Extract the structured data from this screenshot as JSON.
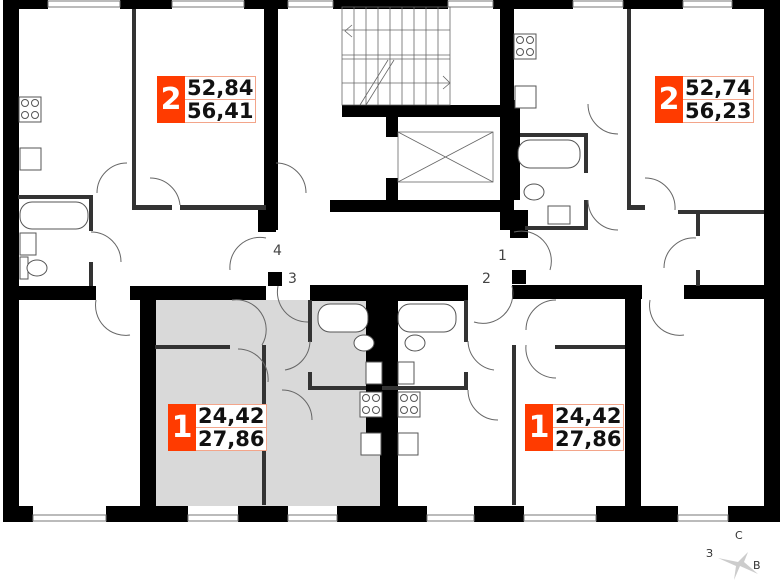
{
  "plan": {
    "colors": {
      "wall": "#000000",
      "partition": "#333333",
      "highlight_fill": "#d9d9d9",
      "badge_red": "#ff3b00",
      "badge_border": "#f3a58a",
      "fixture_line": "#555555"
    },
    "apartments": [
      {
        "id": "apt-top-left",
        "rooms": "2",
        "living_area": "52,84",
        "total_area": "56,41",
        "highlighted": false
      },
      {
        "id": "apt-top-right",
        "rooms": "2",
        "living_area": "52,74",
        "total_area": "56,23",
        "highlighted": false
      },
      {
        "id": "apt-bottom-left",
        "rooms": "1",
        "living_area": "24,42",
        "total_area": "27,86",
        "highlighted": true
      },
      {
        "id": "apt-bottom-right",
        "rooms": "1",
        "living_area": "24,42",
        "total_area": "27,86",
        "highlighted": false
      }
    ],
    "door_numbers": [
      "1",
      "2",
      "3",
      "4"
    ],
    "compass": {
      "north": "С",
      "east": "В",
      "west": "З"
    }
  }
}
